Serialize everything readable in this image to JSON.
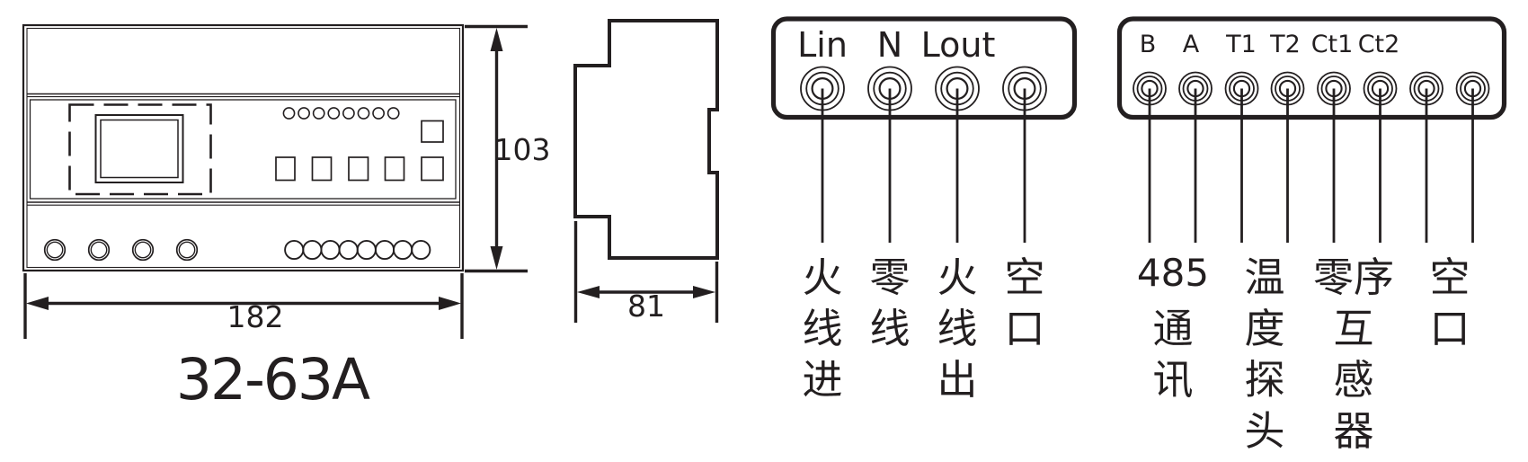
{
  "diagram": {
    "model_label": "32-63A",
    "dimensions": {
      "width": "182",
      "height": "103",
      "depth": "81"
    },
    "power_block": {
      "terminal_labels": [
        "Lin",
        "N",
        "Lout"
      ],
      "descriptions": [
        "火线进",
        "零线",
        "火线出",
        "空口"
      ],
      "columns": [
        [
          "火",
          "线",
          "进"
        ],
        [
          "零",
          "线"
        ],
        [
          "火",
          "线",
          "出"
        ],
        [
          "空",
          "口"
        ]
      ]
    },
    "signal_block": {
      "terminal_labels": [
        "B",
        "A",
        "T1",
        "T2",
        "Ct1",
        "Ct2"
      ],
      "descriptions": [
        "485通讯",
        "温度探头",
        "零序互感器",
        "空口"
      ],
      "columns": [
        [
          "485",
          "通",
          "讯"
        ],
        [
          "温",
          "度",
          "探",
          "头"
        ],
        [
          "零序",
          "互",
          "感",
          "器"
        ],
        [
          "空",
          "口"
        ]
      ]
    },
    "colors": {
      "ink": "#231f20",
      "background": "#ffffff"
    }
  }
}
